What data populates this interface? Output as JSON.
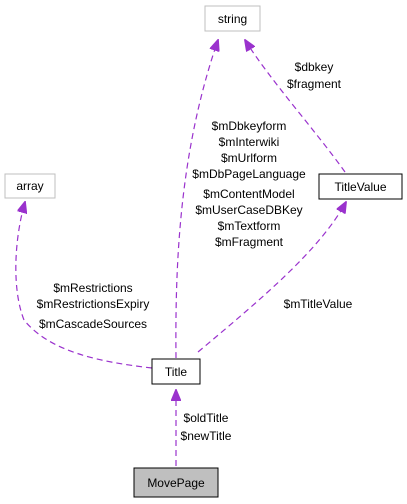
{
  "diagram": {
    "nodes": {
      "string": {
        "label": "string",
        "style": "external"
      },
      "array": {
        "label": "array",
        "style": "external"
      },
      "title_value": {
        "label": "TitleValue",
        "style": "class"
      },
      "title": {
        "label": "Title",
        "style": "class"
      },
      "move_page": {
        "label": "MovePage",
        "style": "focus"
      }
    },
    "edges": {
      "title_to_string": {
        "from": "Title",
        "to": "string",
        "labels": [
          "$mDbkeyform",
          "$mInterwiki",
          "$mUrlform",
          "$mDbPageLanguage",
          "$mContentModel",
          "$mUserCaseDBKey",
          "$mTextform",
          "$mFragment"
        ]
      },
      "titlevalue_to_string": {
        "from": "TitleValue",
        "to": "string",
        "labels": [
          "$dbkey",
          "$fragment"
        ]
      },
      "title_to_array": {
        "from": "Title",
        "to": "array",
        "labels": [
          "$mRestrictions",
          "$mRestrictionsExpiry",
          "$mCascadeSources"
        ]
      },
      "title_to_titlevalue": {
        "from": "Title",
        "to": "TitleValue",
        "labels": [
          "$mTitleValue"
        ]
      },
      "movepage_to_title": {
        "from": "MovePage",
        "to": "Title",
        "labels": [
          "$oldTitle",
          "$newTitle"
        ]
      }
    },
    "colors": {
      "edge": "#9a32cd",
      "class_border": "#000000",
      "external_border": "#bfbfbf",
      "focus_fill": "#bfbfbf",
      "text": "#000000"
    }
  }
}
